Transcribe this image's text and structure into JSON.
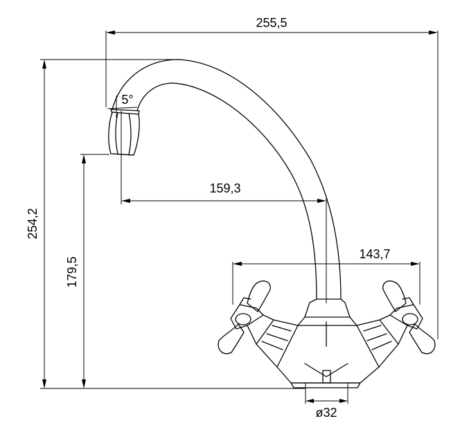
{
  "drawing": {
    "dim_total_width": "255,5",
    "dim_total_height": "254,2",
    "dim_outlet_height": "179,5",
    "dim_spout_reach": "159,3",
    "dim_handle_span": "143,7",
    "dim_base_diameter": "ø32",
    "dim_angle": "5°"
  }
}
